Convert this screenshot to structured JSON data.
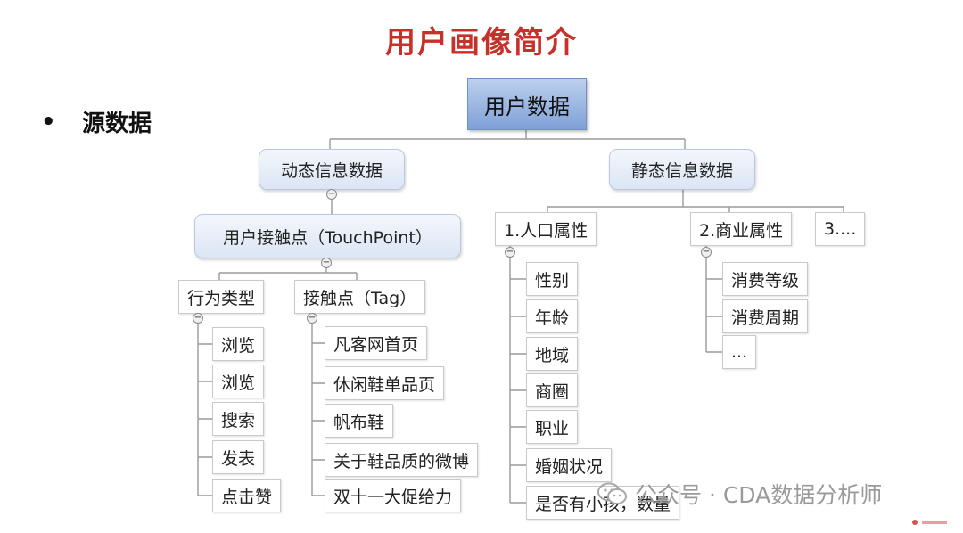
{
  "title": "用户画像简介",
  "bullet": {
    "marker": "•",
    "text": "源数据"
  },
  "root": "用户数据",
  "dynamic": {
    "label": "动态信息数据",
    "touchpoint": "用户接触点（TouchPoint）",
    "behavior": {
      "label": "行为类型",
      "items": [
        "浏览",
        "浏览",
        "搜索",
        "发表",
        "点击赞"
      ]
    },
    "tag": {
      "label": "接触点（Tag）",
      "items": [
        "凡客网首页",
        "休闲鞋单品页",
        "帆布鞋",
        "关于鞋品质的微博",
        "双十一大促给力"
      ]
    }
  },
  "static": {
    "label": "静态信息数据",
    "population": {
      "label": "1.人口属性",
      "items": [
        "性别",
        "年龄",
        "地域",
        "商圈",
        "职业",
        "婚姻状况",
        "是否有小孩，数量"
      ]
    },
    "commerce": {
      "label": "2.商业属性",
      "items": [
        "消费等级",
        "消费周期",
        "..."
      ]
    },
    "more": {
      "label": "3...."
    }
  },
  "toggle_glyph": "−",
  "watermark": {
    "text": "公众号 · CDA数据分析师",
    "icon": "wechat-icon"
  },
  "colors": {
    "title": "#c8302a",
    "root_fill": "#8fadde",
    "pill_fill": "#e3ebf7",
    "line": "#9a9a9a"
  }
}
